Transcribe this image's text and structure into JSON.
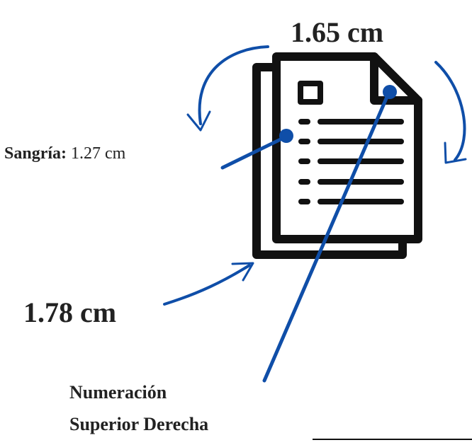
{
  "labels": {
    "top_margin": "1.65 cm",
    "indent_key": "Sangría:",
    "indent_value": "1.27 cm",
    "left_margin": "1.78 cm",
    "numbering_line1": "Numeración",
    "numbering_line2": "Superior Derecha"
  },
  "icon": "documents-icon",
  "colors": {
    "accent": "#0f4ea8",
    "text": "#222222",
    "icon": "#111111"
  }
}
